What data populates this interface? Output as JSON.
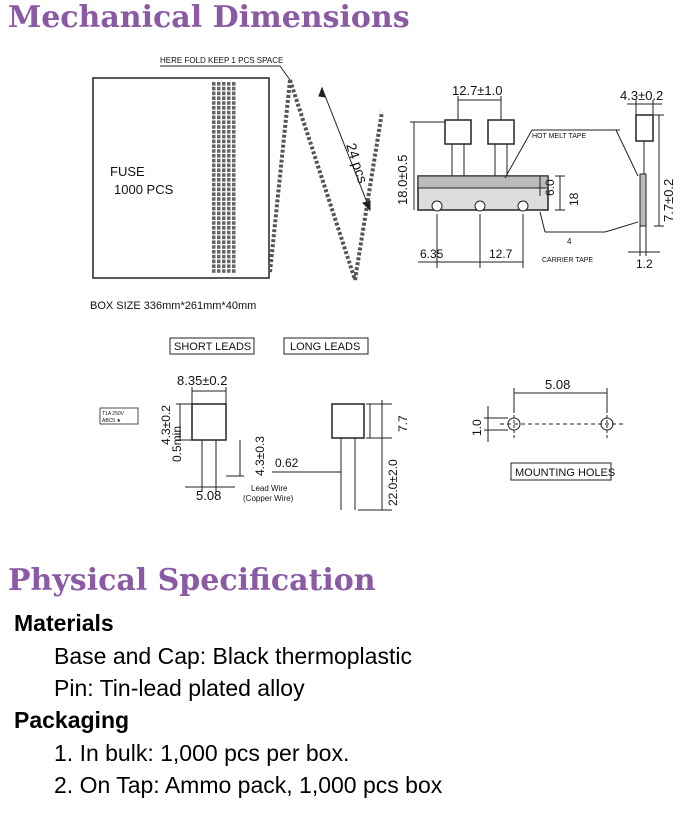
{
  "titles": {
    "mechanical": "Mechanical Dimensions",
    "physical": "Physical Specification"
  },
  "drawing": {
    "box_label_line1": "FUSE",
    "box_label_line2": "1000 PCS",
    "fold_note": "HERE FOLD KEEP 1 PCS SPACE",
    "count_label": "24 pcs",
    "box_size": "BOX SIZE 336mm*261mm*40mm",
    "tape_pitch_top": "12.7±1.0",
    "tape_height": "18.0±0.5",
    "tape_body": "6.0",
    "tape_width": "18",
    "tape_offset": "6.35",
    "tape_pitch_bottom": "12.7",
    "tape_small": "4",
    "hot_melt_tape": "HOT MELT TAPE",
    "carrier_tape": "CARRIER TAPE",
    "side_width": "4.3±0.2",
    "side_height": "7.7±0.2",
    "side_thickness": "1.2",
    "short_leads": "SHORT LEADS",
    "long_leads": "LONG LEADS",
    "body_width": "8.35±0.2",
    "body_depth": "4.3±0.2",
    "min_length": "0.5min",
    "lead_length_short": "4.3±0.3",
    "marking_line1": "T1A 250V",
    "marking_line2": "ABC5 ★",
    "lead_diameter": "0.62",
    "lead_wire_line1": "Lead Wire",
    "lead_wire_line2": "(Copper Wire)",
    "lead_pitch": "5.08",
    "long_body_height": "7.7",
    "long_lead_length": "22.0±2.0",
    "hole_pitch": "5.08",
    "hole_diameter": "1.0",
    "mounting_holes": "MOUNTING HOLES"
  },
  "materials": {
    "heading": "Materials",
    "items": [
      "Base and Cap: Black thermoplastic",
      "Pin: Tin-lead plated alloy"
    ]
  },
  "packaging": {
    "heading": "Packaging",
    "items": [
      "1. In bulk: 1,000 pcs per box.",
      "2. On Tap: Ammo pack, 1,000 pcs box"
    ]
  }
}
